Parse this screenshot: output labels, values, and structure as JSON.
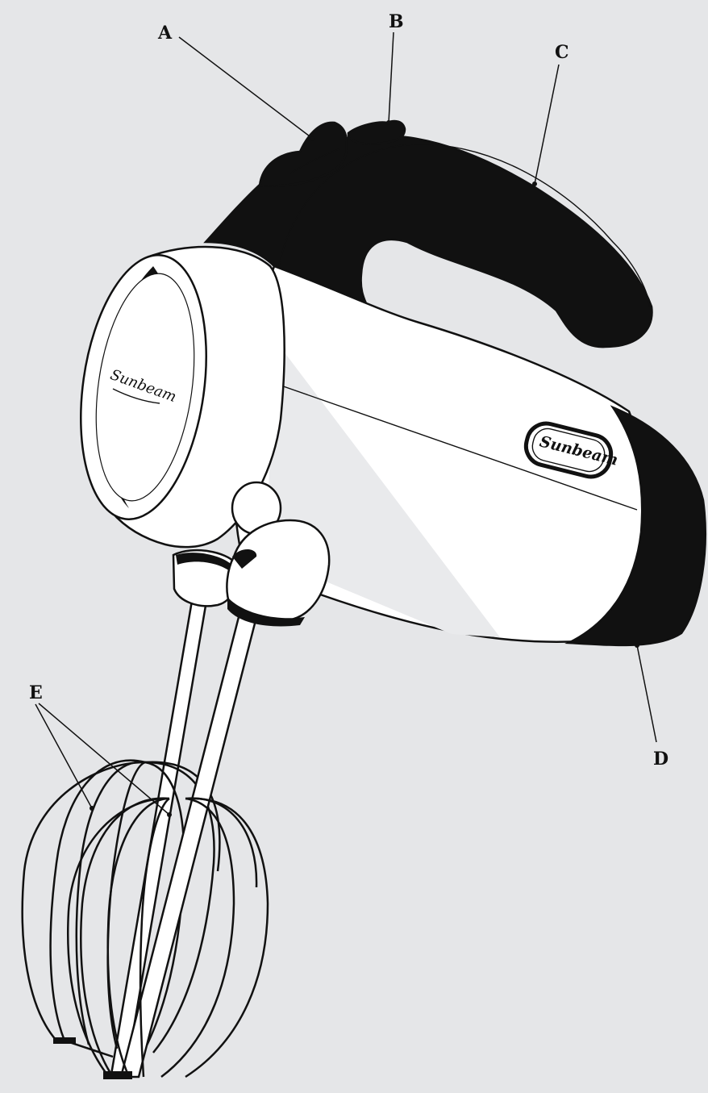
{
  "diagram": {
    "callouts": [
      {
        "id": "A",
        "label": "A"
      },
      {
        "id": "B",
        "label": "B"
      },
      {
        "id": "C",
        "label": "C"
      },
      {
        "id": "D",
        "label": "D"
      },
      {
        "id": "E",
        "label": "E"
      }
    ],
    "brand": {
      "head_logo": "Sunbeam",
      "body_logo": "Sunbeam"
    }
  },
  "colors": {
    "background": "#e5e6e8",
    "ink": "#111111",
    "body": "#ffffff"
  }
}
